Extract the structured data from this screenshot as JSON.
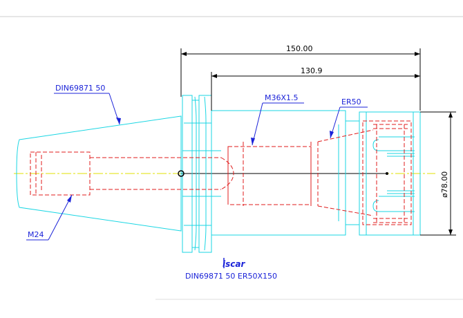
{
  "dimensions": {
    "overall_length": "150.00",
    "inner_length": "130.9",
    "diameter": "ø78.00"
  },
  "callouts": {
    "taper_standard": "DIN69871 50",
    "thread_inner": "M36X1.5",
    "collet": "ER50",
    "retention_thread": "M24"
  },
  "title_block": {
    "logo": "iscar",
    "designation": "DIN69871 50 ER50X150"
  },
  "colors": {
    "body_outline": "#19d6e3",
    "hidden_lines": "#e01b1b",
    "annotations": "#1a22d8",
    "dimensions": "#000000",
    "centerline": "#e0e000"
  }
}
